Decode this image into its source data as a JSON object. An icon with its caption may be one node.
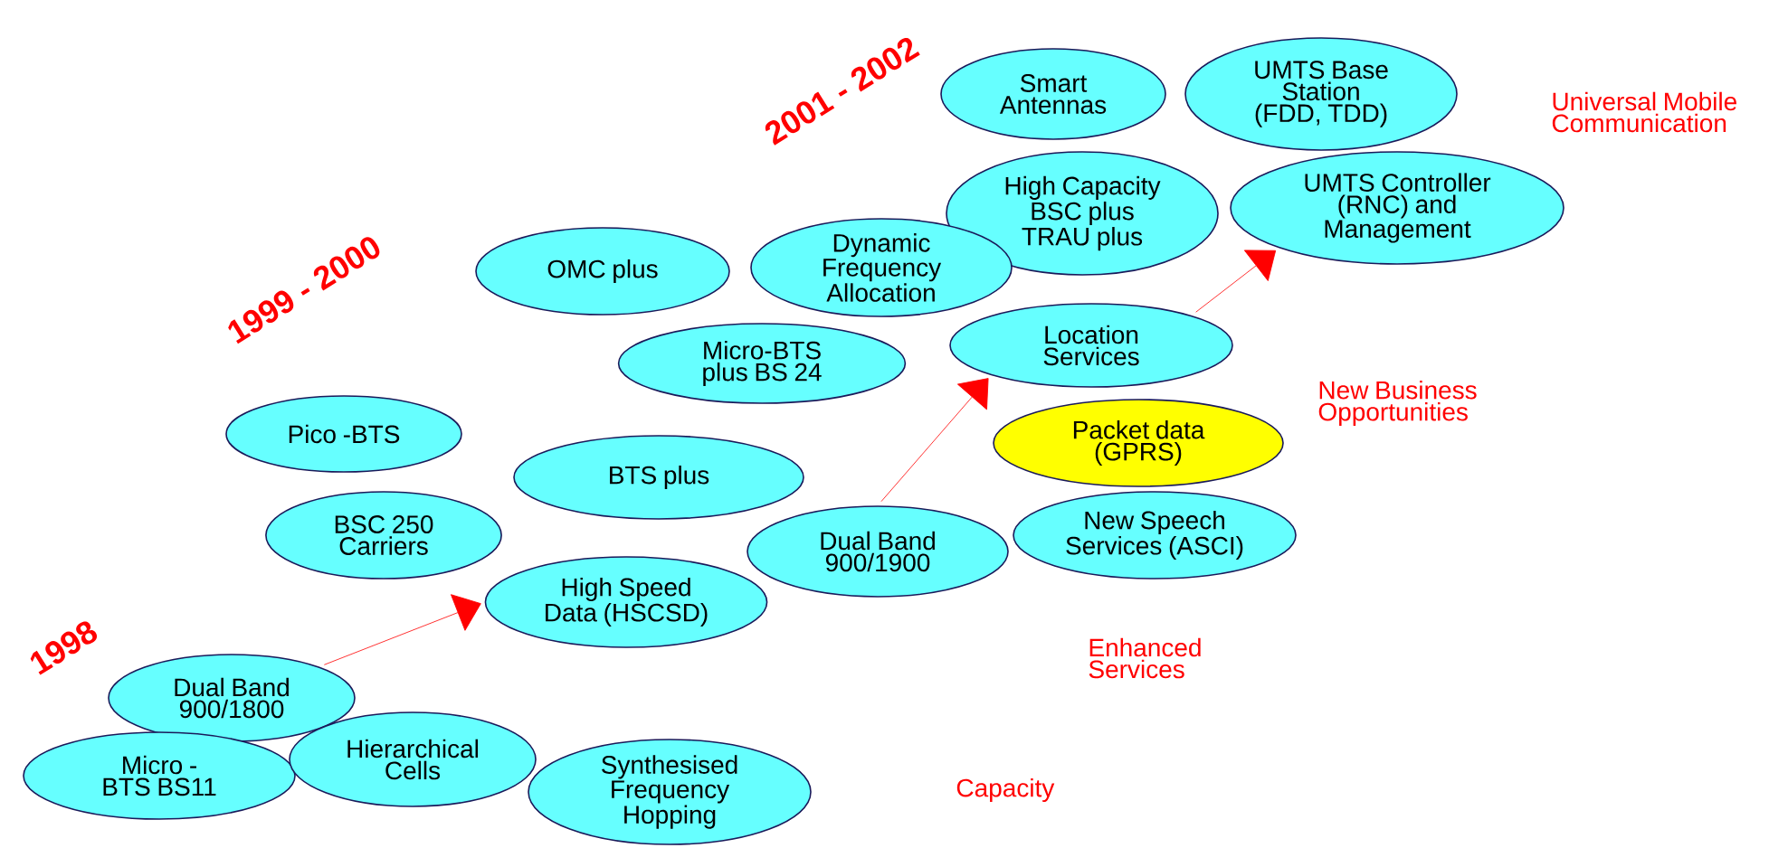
{
  "diagram": {
    "nodes": [
      {
        "text": [
          "Smart Antennas"
        ]
      },
      {
        "text": [
          "UMTS Base Station (FDD, TDD)"
        ]
      },
      {
        "text": [
          "High Capacity BSC plus TRAU plus"
        ]
      },
      {
        "text": [
          "UMTS Controller (RNC) and Management"
        ]
      },
      {
        "text": [
          "OMC plus"
        ]
      },
      {
        "text": [
          "Dynamic Frequency Allocation"
        ]
      },
      {
        "text": [
          "Micro-BTS plus BS 24"
        ]
      },
      {
        "text": [
          "Location Services"
        ]
      },
      {
        "text": [
          "Pico -BTS"
        ]
      },
      {
        "text": [
          "Packet data (GPRS)"
        ]
      },
      {
        "text": [
          "BTS plus"
        ]
      },
      {
        "text": [
          "BSC 250 Carriers"
        ]
      },
      {
        "text": [
          "New Speech Services (ASCI)"
        ]
      },
      {
        "text": [
          "Dual Band 900/1900"
        ]
      },
      {
        "text": [
          "High Speed Data (HSCSD)"
        ]
      },
      {
        "text": [
          "Dual Band 900/1800"
        ]
      },
      {
        "text": [
          "Micro - BTS BS11"
        ]
      },
      {
        "text": [
          "Hierarchical Cells"
        ]
      },
      {
        "text": [
          "Synthesised Frequency Hopping"
        ]
      }
    ],
    "edges": [
      {
        "from": 15,
        "to": 14,
        "arrow": "to"
      },
      {
        "from": 13,
        "to": 7,
        "arrow": "to"
      },
      {
        "from": 7,
        "to": 3,
        "arrow": "to"
      }
    ],
    "labels": [
      "2001 - 2002",
      "Universal Mobile Communication",
      "1999 - 2000",
      "New Business Opportunities",
      "1998",
      "Enhanced Services",
      "Capacity"
    ]
  }
}
